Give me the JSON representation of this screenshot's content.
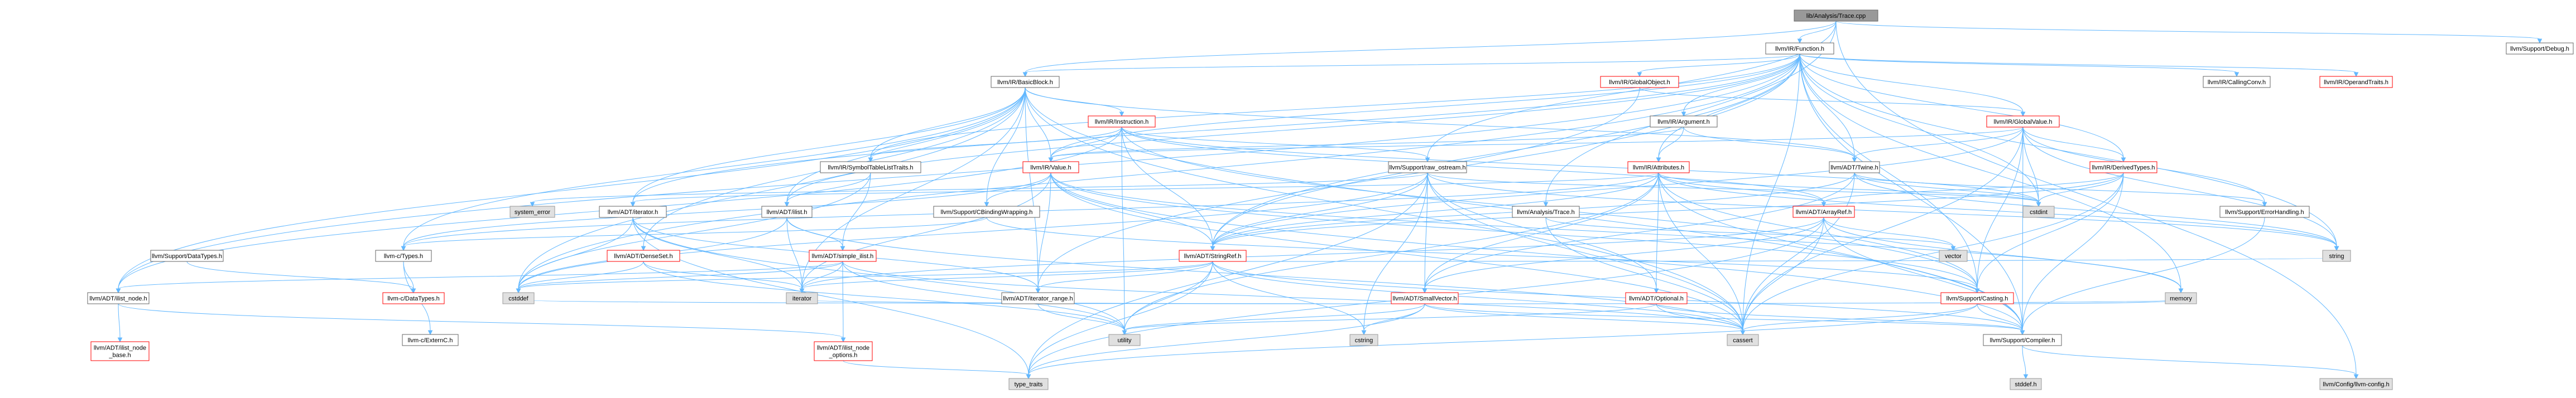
{
  "nodes": {
    "root": "lib/Analysis/Trace.cpp",
    "function": "llvm/IR/Function.h",
    "debug": "llvm/Support/Debug.h",
    "basicblock": "llvm/IR/BasicBlock.h",
    "globalobject": "llvm/IR/GlobalObject.h",
    "argument": "llvm/IR/Argument.h",
    "callingconv": "llvm/IR/CallingConv.h",
    "operandtraits": "llvm/IR/OperandTraits.h",
    "globalvalue": "llvm/IR/GlobalValue.h",
    "instruction": "llvm/IR/Instruction.h",
    "symboltablelisttraits": "llvm/IR/SymbolTableListTraits.h",
    "value": "llvm/IR/Value.h",
    "raw_ostream": "llvm/Support/raw_ostream.h",
    "attributes": "llvm/IR/Attributes.h",
    "twine": "llvm/ADT/Twine.h",
    "derivedtypes": "llvm/IR/DerivedTypes.h",
    "iteratorh": "llvm/ADT/iterator.h",
    "ilist": "llvm/ADT/ilist.h",
    "ctypes": "llvm-c/Types.h",
    "datatypes": "llvm/Support/DataTypes.h",
    "cbindingwrapping": "llvm/Support/CBindingWrapping.h",
    "stringref": "llvm/ADT/StringRef.h",
    "analysistrace": "llvm/Analysis/Trace.h",
    "arrayref": "llvm/ADT/ArrayRef.h",
    "errorhandling": "llvm/Support/ErrorHandling.h",
    "densesetsmall": "llvm/ADT/DenseSet.h",
    "simple_ilist": "llvm/ADT/simple_ilist.h",
    "iterator_range": "llvm/ADT/iterator_range.h",
    "smallvector": "llvm/ADT/SmallVector.h",
    "optional": "llvm/ADT/Optional.h",
    "casting": "llvm/Support/Casting.h",
    "ilist_node": "llvm/ADT/ilist_node.h",
    "ilist_node_base": "llvm/ADT/ilist_node\n_base.h",
    "ilist_node_options": "llvm/ADT/ilist_node\n_options.h",
    "cdatatypes": "llvm-c/DataTypes.h",
    "externc": "llvm-c/ExternC.h",
    "compiler": "llvm/Support/Compiler.h",
    "config": "llvm/Config/llvm-config.h",
    "system_error": "system_error",
    "cstdint": "cstdint",
    "string": "string",
    "vector": "vector",
    "memory": "memory",
    "cstddef": "cstddef",
    "iterator": "iterator",
    "utility": "utility",
    "cstring": "cstring",
    "cassert": "cassert",
    "type_traits": "type_traits",
    "stddef": "stddef.h"
  },
  "colors": {
    "edge": "#63b8ff",
    "root_fill": "#999999",
    "red_border": "#ff0000",
    "ext_fill": "#e0e0e0"
  }
}
